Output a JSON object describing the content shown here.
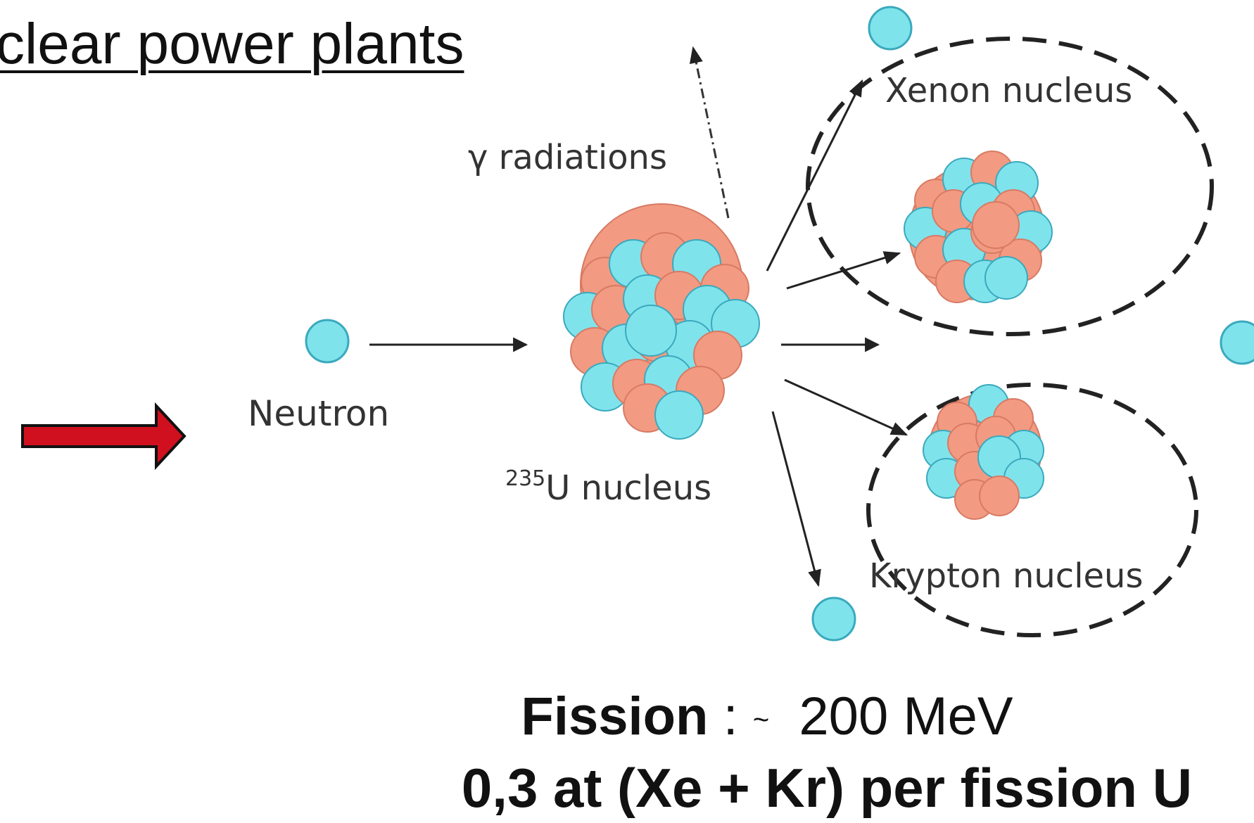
{
  "title": "clear power plants",
  "labels": {
    "gamma": "γ radiations",
    "xenon": "Xenon nucleus",
    "neutron": "Neutron",
    "uranium_mass": "235",
    "uranium": "U nucleus",
    "krypton": "Krypton  nucleus"
  },
  "caption": {
    "fission_bold": "Fission",
    "fission_sep": " : ",
    "tilde": "~",
    "energy": "  200 MeV",
    "yield": "0,3 at (Xe + Kr) per fission U"
  },
  "colors": {
    "neutron": "#7fe3ec",
    "proton": "#f29a82",
    "arrow_red": "#d0101e",
    "ink": "#222222"
  }
}
